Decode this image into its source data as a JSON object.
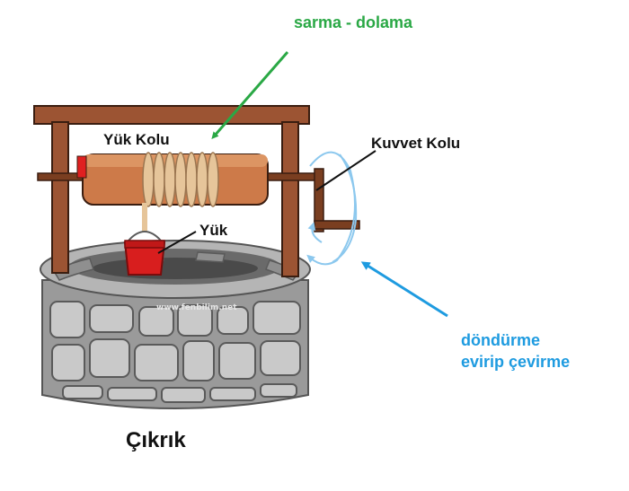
{
  "labels": {
    "winding": "sarma - dolama",
    "load_arm": "Yük Kolu",
    "force_arm": "Kuvvet Kolu",
    "load": "Yük",
    "rotation_line1": "döndürme",
    "rotation_line2": "evirip çevirme",
    "title": "Çıkrık"
  },
  "watermark": "www.fenbilim.net",
  "colors": {
    "green_accent": "#2aa845",
    "blue_accent": "#1e9be0",
    "load_arm_marker": "#e02020",
    "bucket": "#d81e1e",
    "wood": "#9c5433",
    "stone": "#a3a3a3"
  }
}
